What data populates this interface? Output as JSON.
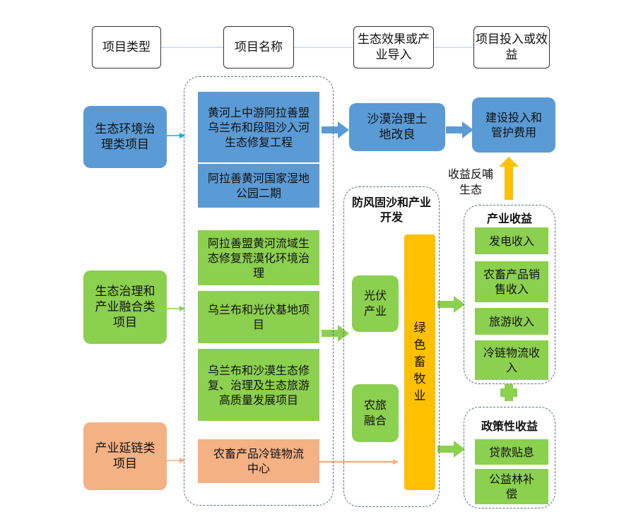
{
  "headers": {
    "type": "项目类型",
    "name": "项目名称",
    "effect": "生态效果或产业导入",
    "return": "项目投入或效益"
  },
  "categories": {
    "eco_env": "生态环境治理类项目",
    "eco_industry": "生态治理和产业融合类项目",
    "chain": "产业延链类项目"
  },
  "projects": {
    "p1": "黄河上中游阿拉善盟乌兰布和段阻沙入河生态修复工程",
    "p2": "阿拉善黄河国家湿地公园二期",
    "p3": "阿拉善盟黄河流域生态修复荒漠化环境治理",
    "p4": "乌兰布和光伏基地项目",
    "p5": "乌兰布和沙漠生态修复、治理及生态旅游高质量发展项目",
    "p6": "农畜产品冷链物流中心"
  },
  "effects": {
    "desert": "沙漠治理土地改良",
    "windbreak_title": "防风固沙和产业开发",
    "pv": "光伏产业",
    "agri_tour": "农旅融合",
    "green_livestock": "绿色畜牧业"
  },
  "returns": {
    "invest": "建设投入和管护费用",
    "feedback": "收益反哺生态",
    "industry_title": "产业收益",
    "power": "发电收入",
    "agri_sales": "农畜产品销售收入",
    "tourism": "旅游收入",
    "cold_chain": "冷链物流收入",
    "policy_title": "政策性收益",
    "loan": "贷款贴息",
    "forest": "公益林补偿"
  },
  "colors": {
    "blue": "#5b9bd5",
    "green": "#8cd04f",
    "orange": "#f4b184",
    "yellow": "#ffc000",
    "cyan_arrow": "#00b0f0"
  }
}
